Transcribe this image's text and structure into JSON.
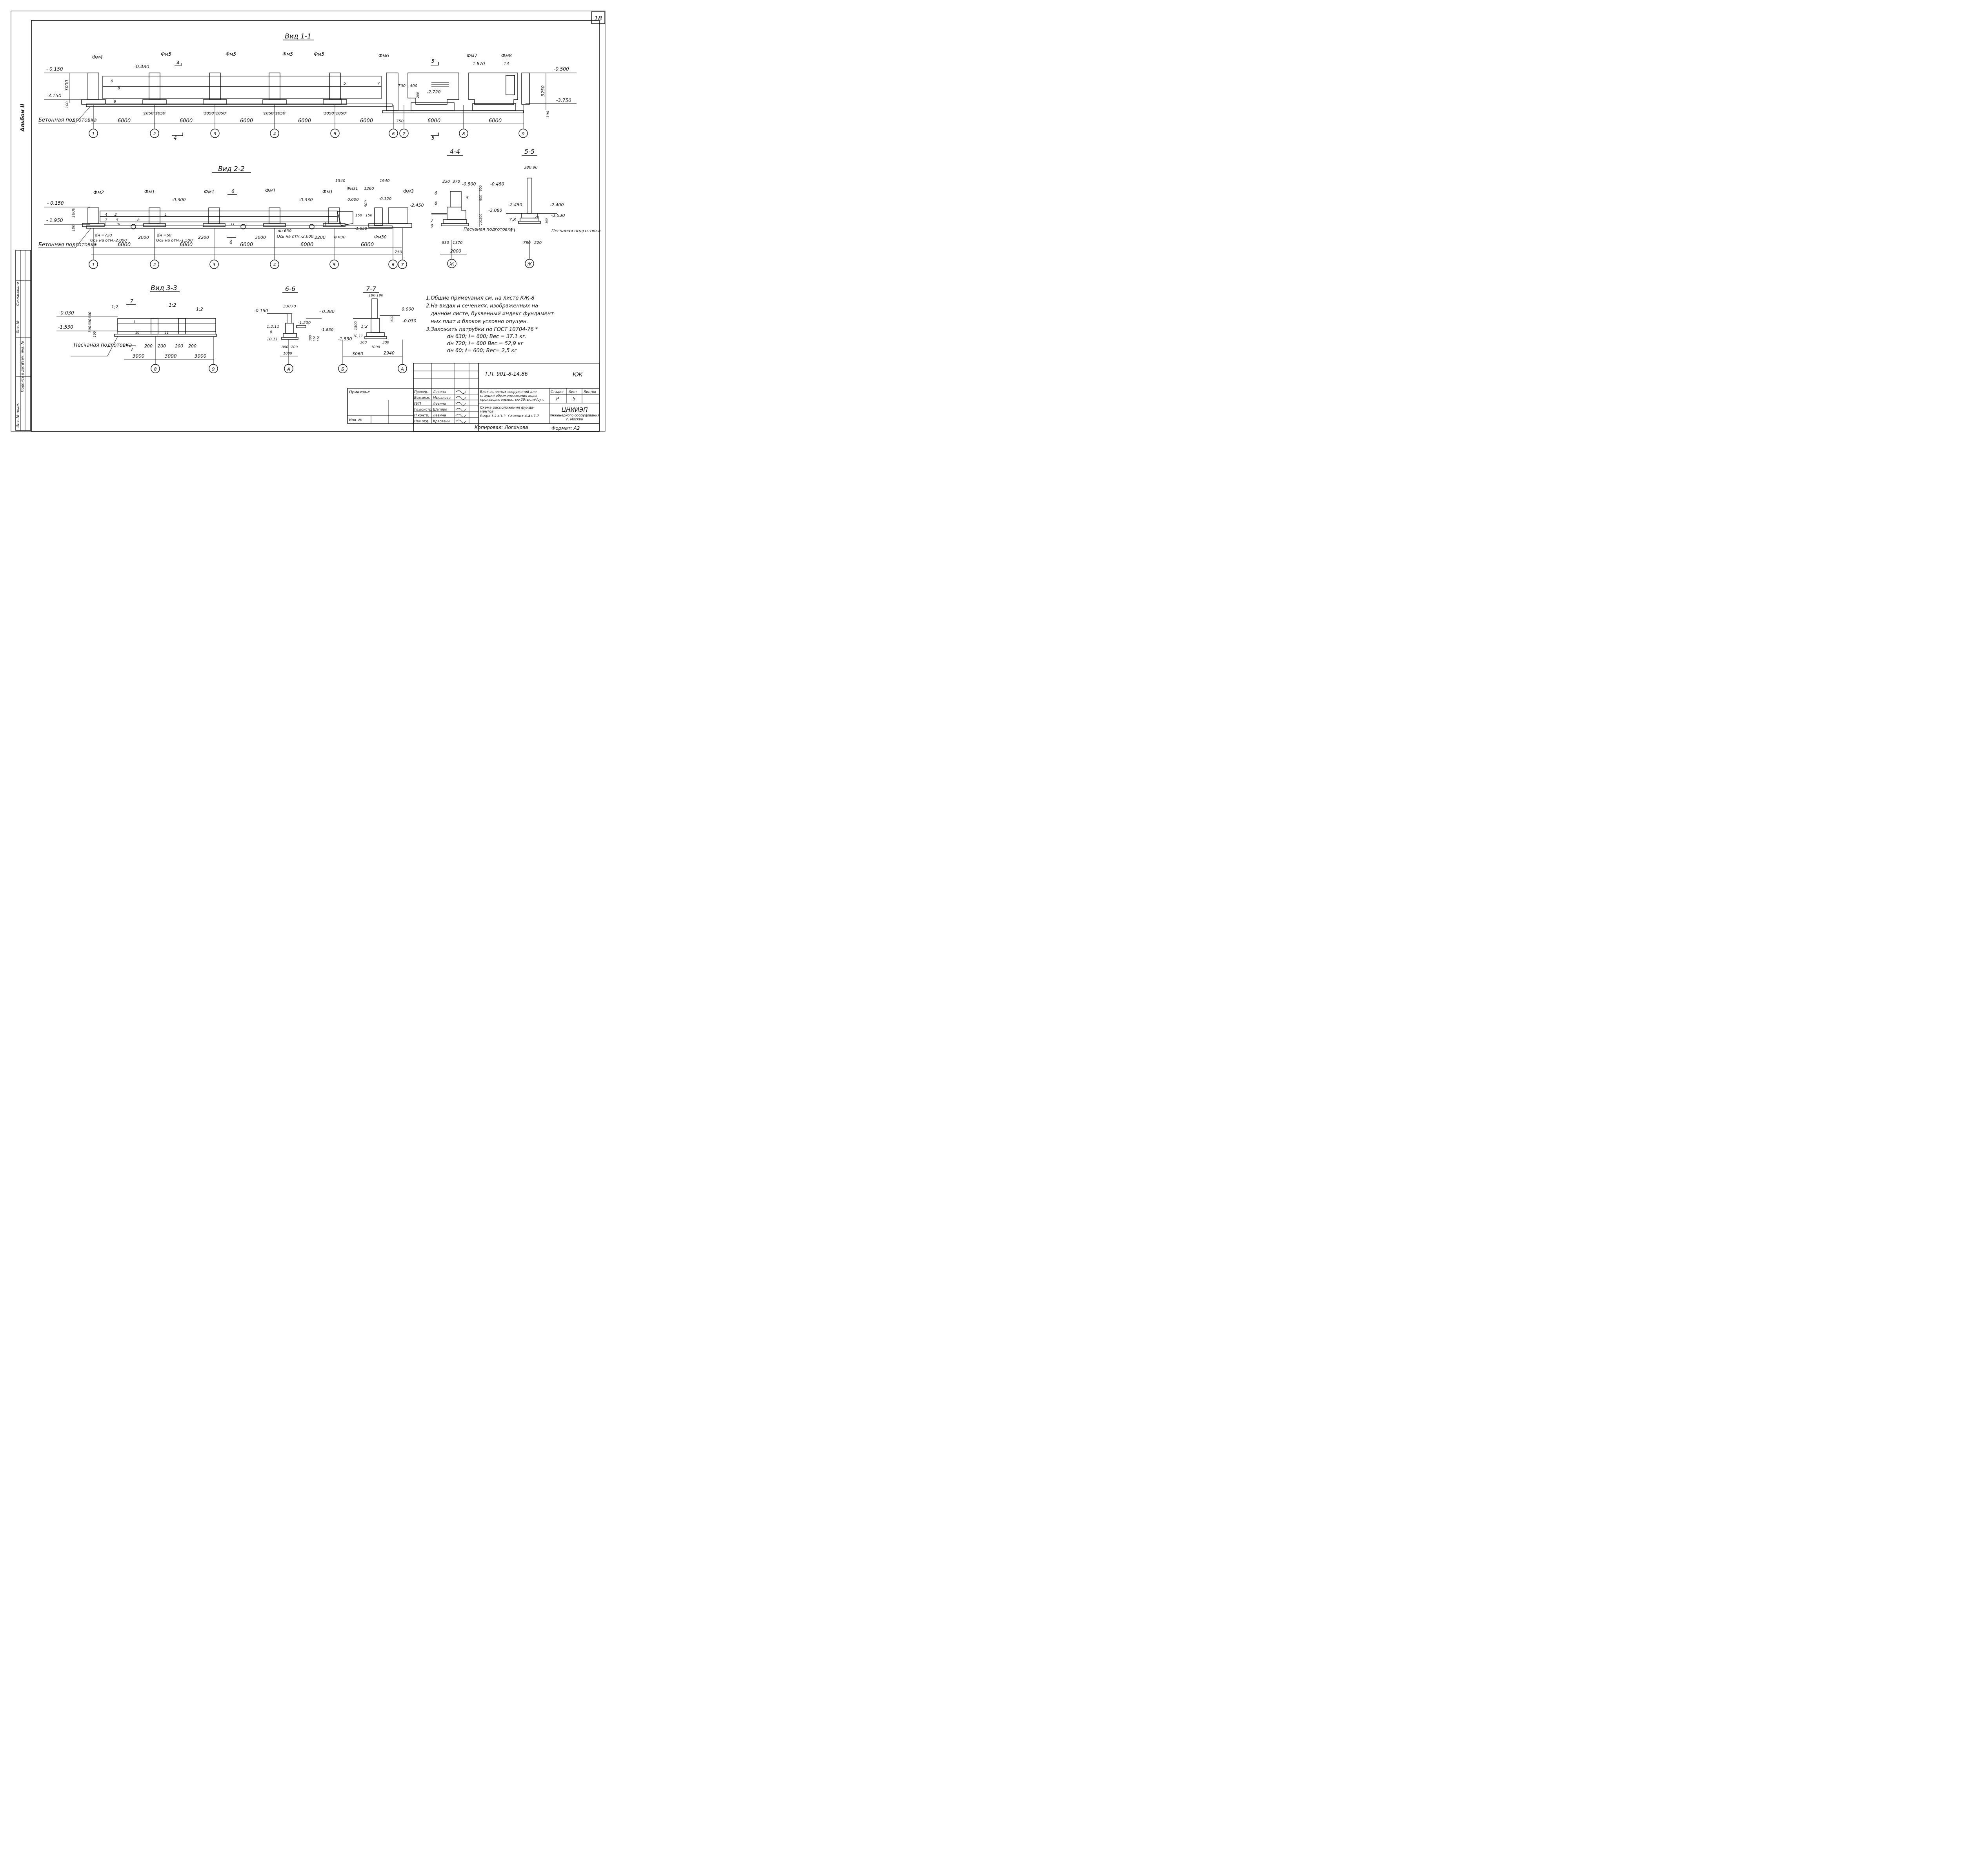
{
  "sheet": {
    "number": "18",
    "album": "Альбом II"
  },
  "views": {
    "v11": {
      "title": "Вид 1-1",
      "foundations": [
        "Фм4",
        "Фм5",
        "Фм5",
        "Фм5",
        "Фм5",
        "Фм6",
        "Фм7",
        "Фм8"
      ],
      "levels": [
        "- 0.150",
        "-0.480",
        "-3.150",
        "-0.500",
        "-3.750",
        "1.870",
        "-2.720"
      ],
      "heights": [
        "3000",
        "3250",
        "100",
        "100",
        "700",
        "400",
        "200"
      ],
      "spans": [
        "6000",
        "6000",
        "6000",
        "6000",
        "6000",
        "6000",
        "6000",
        "750"
      ],
      "piers": [
        "1050",
        "1050",
        "1050",
        "1050",
        "1050",
        "1050",
        "1050",
        "1050"
      ],
      "axes": [
        "1",
        "2",
        "3",
        "4",
        "5",
        "6",
        "7",
        "8",
        "9"
      ],
      "cut_marks": [
        "4",
        "4",
        "5",
        "5"
      ],
      "block_marks": [
        "6",
        "8",
        "9",
        "5",
        "7",
        "13"
      ],
      "bedding": "Бетонная подготовка"
    },
    "v22": {
      "title": "Вид 2-2",
      "foundations": [
        "Фм2",
        "Фм1",
        "Фм1",
        "Фм1",
        "Фм1",
        "Фм3",
        "Фм31",
        "Фм30",
        "Фм30"
      ],
      "levels": [
        "- 0.150",
        "- 1.950",
        "-0.300",
        "-0.330",
        "0.000",
        "-0.120",
        "-1.650"
      ],
      "heights": [
        "1800",
        "100",
        "1540",
        "1260",
        "1940",
        "150",
        "150",
        "500"
      ],
      "pipes": [
        "dн =720",
        "Ось на отм.-2.000",
        "dн =60",
        "Ось на отм.-1.500",
        "dн 630",
        "Ось на отм.-2.000"
      ],
      "dims": [
        "2000",
        "2200",
        "3000",
        "2200"
      ],
      "spans": [
        "6000",
        "6000",
        "6000",
        "6000",
        "6000",
        "750"
      ],
      "axes": [
        "1",
        "2",
        "3",
        "4",
        "5",
        "6",
        "7"
      ],
      "cut_marks": [
        "6",
        "6"
      ],
      "block_marks": [
        "4",
        "1",
        "2",
        "7",
        "5",
        "8",
        "10",
        "11"
      ],
      "bedding": "Бетонная подготовка"
    },
    "s44": {
      "title": "4-4",
      "levels": [
        "-0.500",
        "-0.480",
        "-2.450",
        "-3.080"
      ],
      "dims": [
        "230",
        "370",
        "630",
        "1370",
        "2000",
        "600",
        "600",
        "500",
        "100"
      ],
      "marks": [
        "6",
        "8",
        "5",
        "7",
        "9"
      ],
      "axis": "Ж",
      "bedding": "Песчаная подготовка"
    },
    "s55": {
      "title": "5-5",
      "levels": [
        "-2.450",
        "-2.400",
        "-3.530"
      ],
      "dims": [
        "380",
        "90",
        "780",
        "220",
        "20",
        "100"
      ],
      "marks": [
        "7,8",
        "11"
      ],
      "axis": "Ж",
      "bedding": "Песчаная подготовка"
    },
    "v33": {
      "title": "Вид 3-3",
      "levels": [
        "-0.030",
        "-1.530"
      ],
      "heights": [
        "600",
        "600",
        "300",
        "100"
      ],
      "marks": [
        "1;2",
        "1;2",
        "1;2",
        "1",
        "10",
        "11"
      ],
      "dims": [
        "200",
        "200",
        "200",
        "200",
        "3000",
        "3000",
        "3000"
      ],
      "axes": [
        "8",
        "9"
      ],
      "cut_marks": [
        "7",
        "7"
      ],
      "bedding": "Песчаная подготовка"
    },
    "s66": {
      "title": "6-6",
      "levels": [
        "-0.150",
        "- 0.380",
        "-1.200",
        "-1.830"
      ],
      "dims": [
        "330",
        "70",
        "800",
        "200",
        "1000",
        "300",
        "100",
        "100"
      ],
      "marks": [
        "1;2;11",
        "8",
        "10,11"
      ],
      "axis": "А"
    },
    "s77": {
      "title": "7-7",
      "levels": [
        "0.000",
        "-0.030",
        "-1.530"
      ],
      "dims": [
        "190",
        "190",
        "1500",
        "300",
        "1000",
        "300",
        "3060",
        "2940",
        "600"
      ],
      "marks": [
        "1;2",
        "10,11"
      ],
      "axes": [
        "Б",
        "А"
      ]
    }
  },
  "notes": [
    "1.Общие примечания см. на листе КЖ-8",
    "2.На видах и сечениях, изображенных на",
    "данном листе, буквенный индекс фундамент-",
    "ных плит и блоков условно опущен.",
    "3.Заложить патрубки по ГОСТ 10704-76 *",
    "dн 630;   ℓ= 600;   Вес = 37.1 кг.",
    "dн 720;   ℓ= 600   Вес = 52,9 кг",
    "dн 60;    ℓ= 600;   Вес= 2,5 кг"
  ],
  "side_stamp": [
    "Инв. № подл.",
    "Подпись и дата",
    "Взам. инв. №",
    "Инв. №",
    "Согласовано"
  ],
  "title_block": {
    "code": "Т.П. 901-8-14.86",
    "mark": "КЖ",
    "linked": "Привязан:",
    "inv": "Инв. №",
    "roles": [
      "Провер.",
      "Вед.инж.",
      "ГИП",
      "Гл.констр.",
      "Н.контр.",
      "Нач.отд."
    ],
    "names": [
      "Левина",
      "Мысалова",
      "Левина",
      "Шапиро",
      "Левина",
      "Красавин"
    ],
    "object": [
      "Блок основных сооружений для",
      "станции обезжелезивания воды",
      "производительностью 20тыс.м³/сут."
    ],
    "drawing": [
      "Схема расположения фунда-",
      "ментов",
      "Виды 1-1÷3-3. Сечения 4-4÷7-7"
    ],
    "stage_label": "Стадия",
    "sheet_label": "Лист",
    "sheets_label": "Листов",
    "stage": "Р",
    "sheet": "5",
    "org": [
      "ЦНИИЭП",
      "инженерного оборудования",
      "г. Москва"
    ],
    "copied": "Копировал: Логинова",
    "format": "Формат: А2"
  }
}
